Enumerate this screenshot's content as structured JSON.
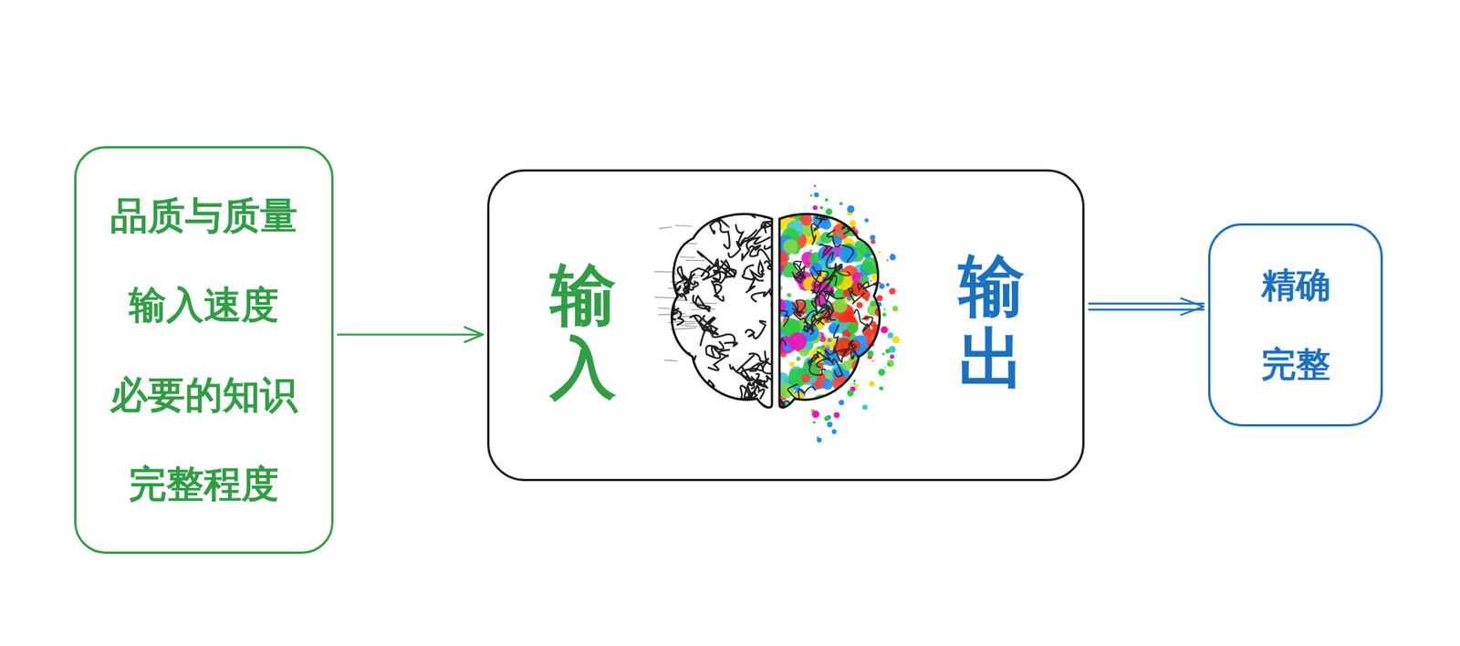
{
  "diagram": {
    "nodes": [
      {
        "text": [
          "品质与质量",
          "输入速度",
          "必要的知识",
          "完整程度"
        ]
      },
      {
        "text": [
          "输入",
          "输出"
        ]
      },
      {
        "text": [
          "精确",
          "完整"
        ]
      }
    ],
    "edges": [
      {
        "from": 0,
        "to": 1,
        "arrow": "to"
      },
      {
        "from": 1,
        "to": 2,
        "arrow": "to"
      }
    ]
  }
}
